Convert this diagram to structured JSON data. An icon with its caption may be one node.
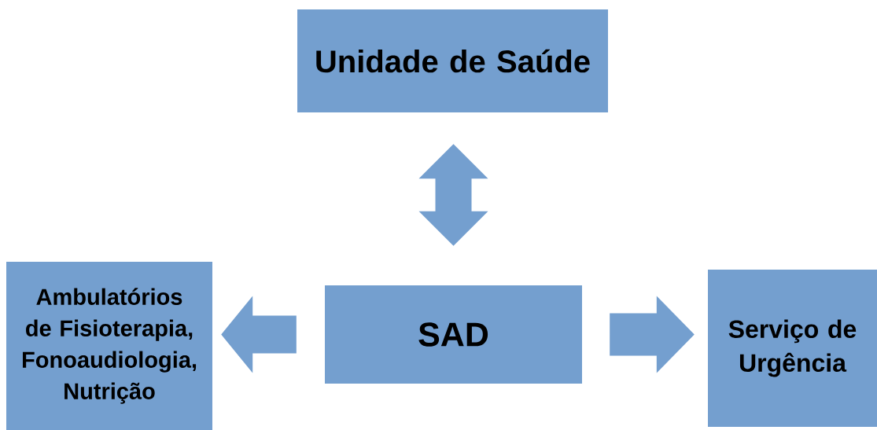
{
  "diagram": {
    "nodes": [
      {
        "text": [
          "Unidade de Saúde"
        ]
      },
      {
        "text": [
          "SAD"
        ]
      },
      {
        "text": [
          "Ambulatórios de Fisioterapia, Fonoaudiologia, Nutrição"
        ]
      },
      {
        "text": [
          "Serviço de Urgência"
        ]
      }
    ],
    "edges": [
      {
        "from": 1,
        "to": 0,
        "arrow": "both"
      },
      {
        "from": 1,
        "to": 2,
        "arrow": "to"
      },
      {
        "from": 1,
        "to": 3,
        "arrow": "to"
      }
    ]
  }
}
